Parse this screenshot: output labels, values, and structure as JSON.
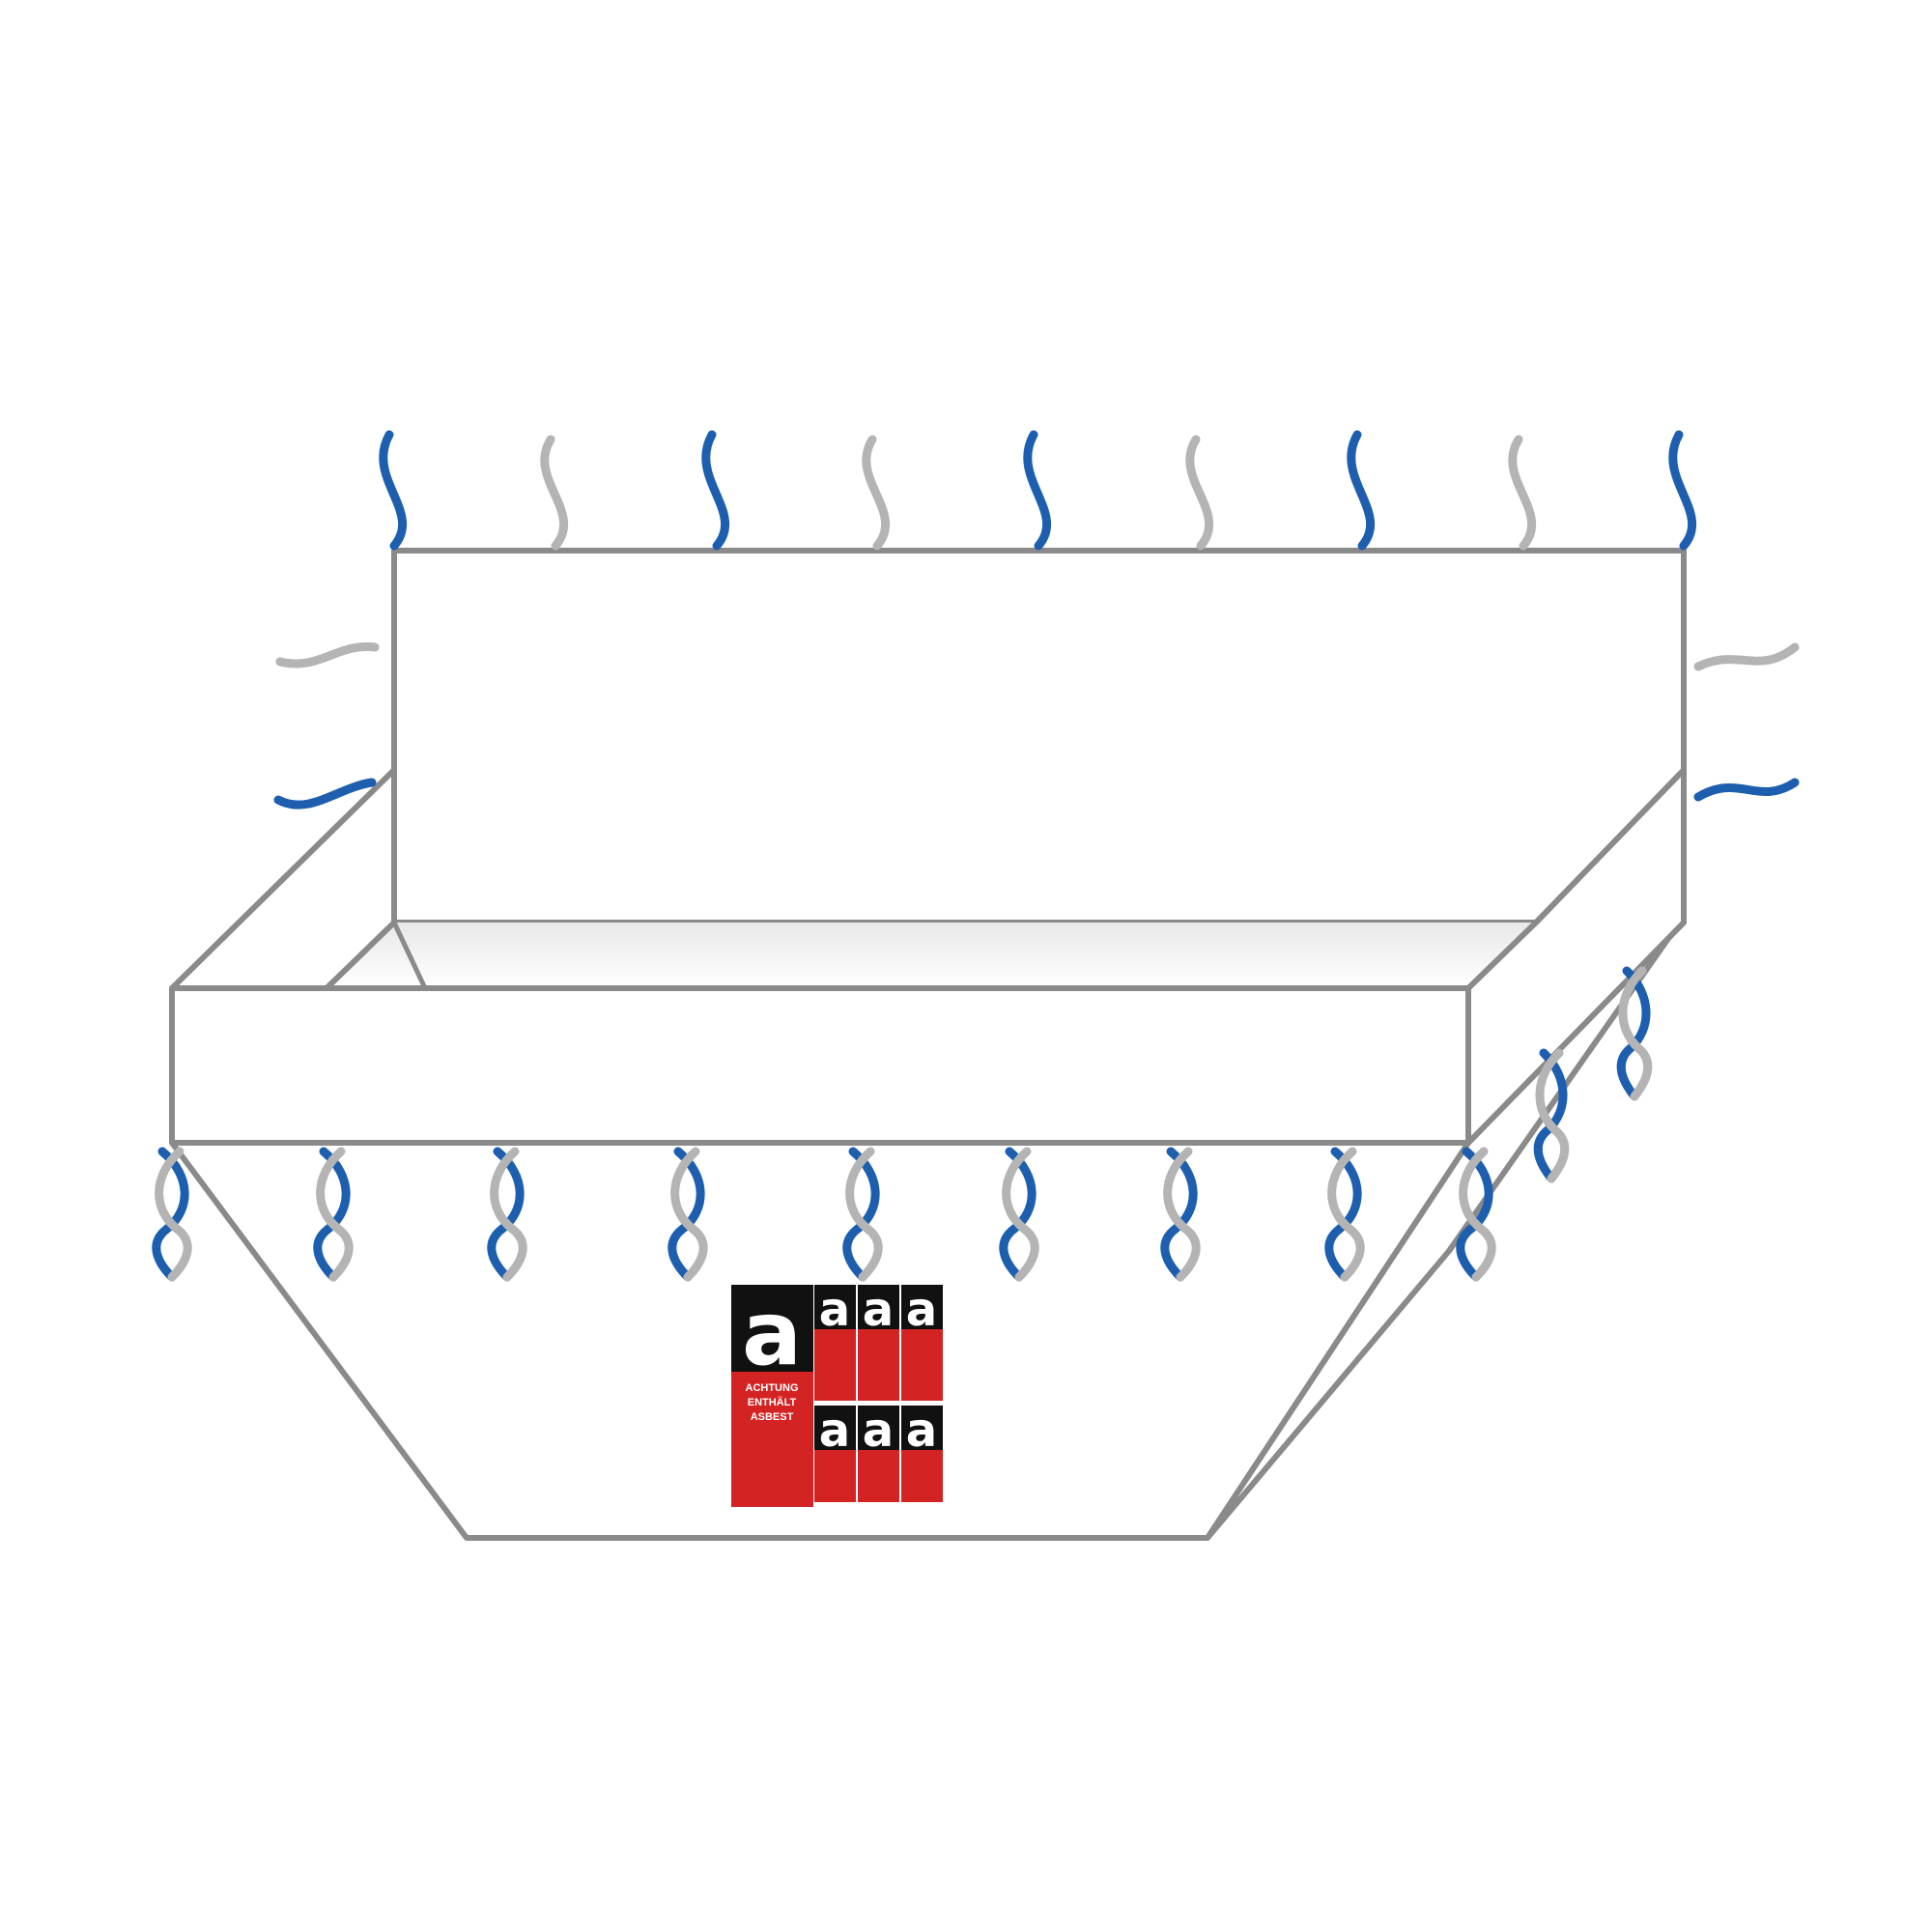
{
  "colors": {
    "outline": "#8a8a8a",
    "tie_blue": "#1d5fae",
    "tie_gray": "#b4b4b4",
    "label_red": "#d42323",
    "label_black": "#111111"
  },
  "warning_label": {
    "large_letter": "a",
    "large_lines": [
      "ACHTUNG",
      "ENTHÄLT",
      "ASBEST"
    ],
    "small_letters": [
      "a",
      "a",
      "a",
      "a",
      "a",
      "a"
    ]
  }
}
